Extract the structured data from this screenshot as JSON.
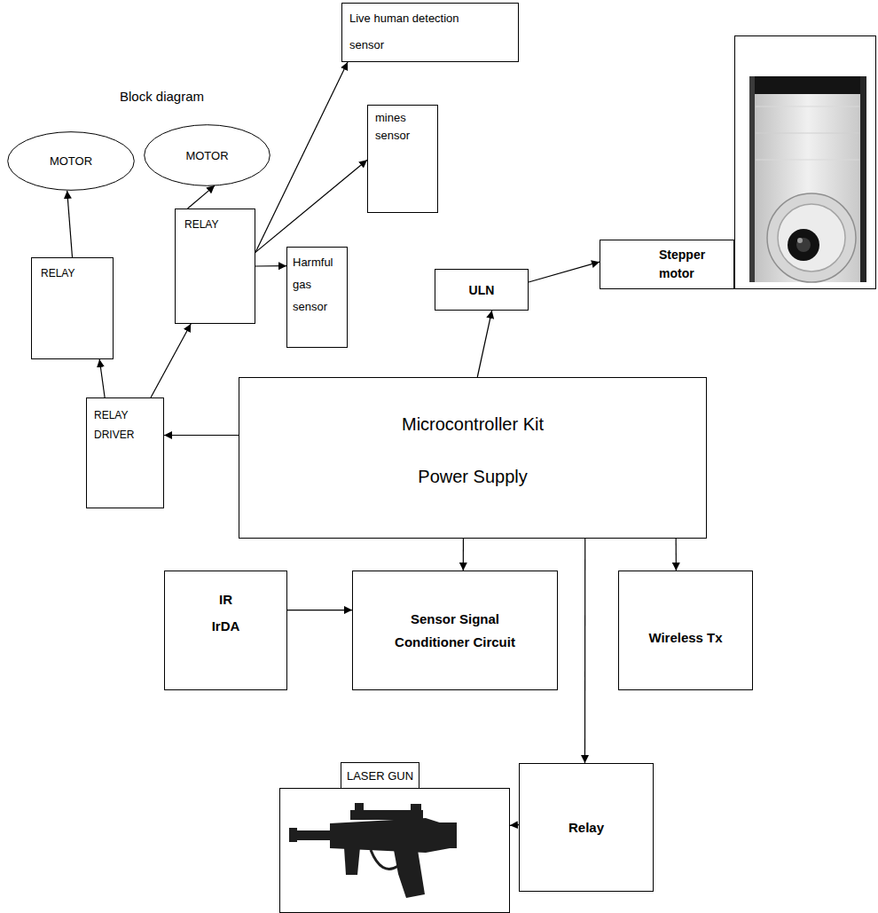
{
  "diagram": {
    "title": "Block diagram",
    "nodes": [
      {
        "text": [
          "Live human detection sensor"
        ]
      },
      {
        "text": [
          "MOTOR"
        ]
      },
      {
        "text": [
          "MOTOR"
        ]
      },
      {
        "text": [
          "mines sensor"
        ]
      },
      {
        "text": [
          "Stepper motor"
        ]
      },
      {
        "text": [
          "RELAY"
        ]
      },
      {
        "text": [
          "Harmful gas sensor"
        ]
      },
      {
        "text": [
          "RELAY"
        ]
      },
      {
        "text": [
          "ULN"
        ]
      },
      {
        "text": [
          "RELAY DRIVER"
        ]
      },
      {
        "text": [
          "Microcontroller Kit",
          "Power Supply"
        ]
      },
      {
        "text": [
          "IR IrDA"
        ]
      },
      {
        "text": [
          "Sensor Signal Conditioner Circuit"
        ]
      },
      {
        "text": [
          "Wireless Tx"
        ]
      },
      {
        "text": [
          "LASER GUN"
        ]
      },
      {
        "text": [
          "Relay"
        ]
      }
    ],
    "edges": [
      {
        "from": 7,
        "to": 1,
        "arrow": "to"
      },
      {
        "from": 5,
        "to": 2,
        "arrow": "to"
      },
      {
        "from": 5,
        "to": 0,
        "arrow": "to"
      },
      {
        "from": 5,
        "to": 3,
        "arrow": "to"
      },
      {
        "from": 5,
        "to": 6,
        "arrow": "to"
      },
      {
        "from": 9,
        "to": 7,
        "arrow": "to"
      },
      {
        "from": 9,
        "to": 5,
        "arrow": "to"
      },
      {
        "from": 10,
        "to": 9,
        "arrow": "to"
      },
      {
        "from": 10,
        "to": 8,
        "arrow": "to"
      },
      {
        "from": 8,
        "to": 4,
        "arrow": "to"
      },
      {
        "from": 10,
        "to": 12,
        "arrow": "to"
      },
      {
        "from": 11,
        "to": 12,
        "arrow": "to"
      },
      {
        "from": 10,
        "to": 13,
        "arrow": "to"
      },
      {
        "from": 10,
        "to": 15,
        "arrow": "to"
      },
      {
        "from": 15,
        "to": 14,
        "arrow": "to"
      }
    ]
  }
}
